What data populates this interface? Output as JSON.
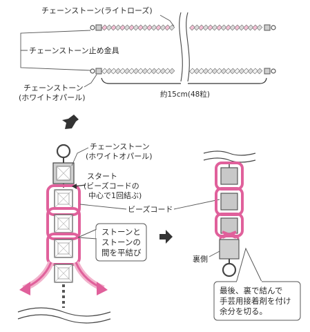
{
  "labels": {
    "chain_light_rose": "チェーンストーン(ライトローズ)",
    "chain_end_fitting": "チェーンストーン止め金具",
    "chain_white_opal_1": "チェーンストーン",
    "chain_white_opal_2": "(ホワイトオパール)",
    "length": "約15cm(48粒)",
    "detail_white_opal_1": "チェーンストーン",
    "detail_white_opal_2": "(ホワイトオパール)",
    "start_1": "スタート",
    "start_2": "(ビーズコードの",
    "start_3": "中心で1回結ぶ)",
    "bead_cord": "ビーズコード",
    "back_side": "裏側"
  },
  "callouts": {
    "flat_knot": [
      "ストーンと",
      "ストーンの",
      "間を平結び"
    ],
    "finish": [
      "最後、裏で結んで",
      "手芸用接着剤を付け",
      "余分を切る。"
    ]
  },
  "colors": {
    "pink": "#e0609b",
    "pink_light": "#f5c2d6",
    "stone_gray": "#c8c8c8",
    "line": "#555555",
    "arrow_dark": "#333333"
  }
}
